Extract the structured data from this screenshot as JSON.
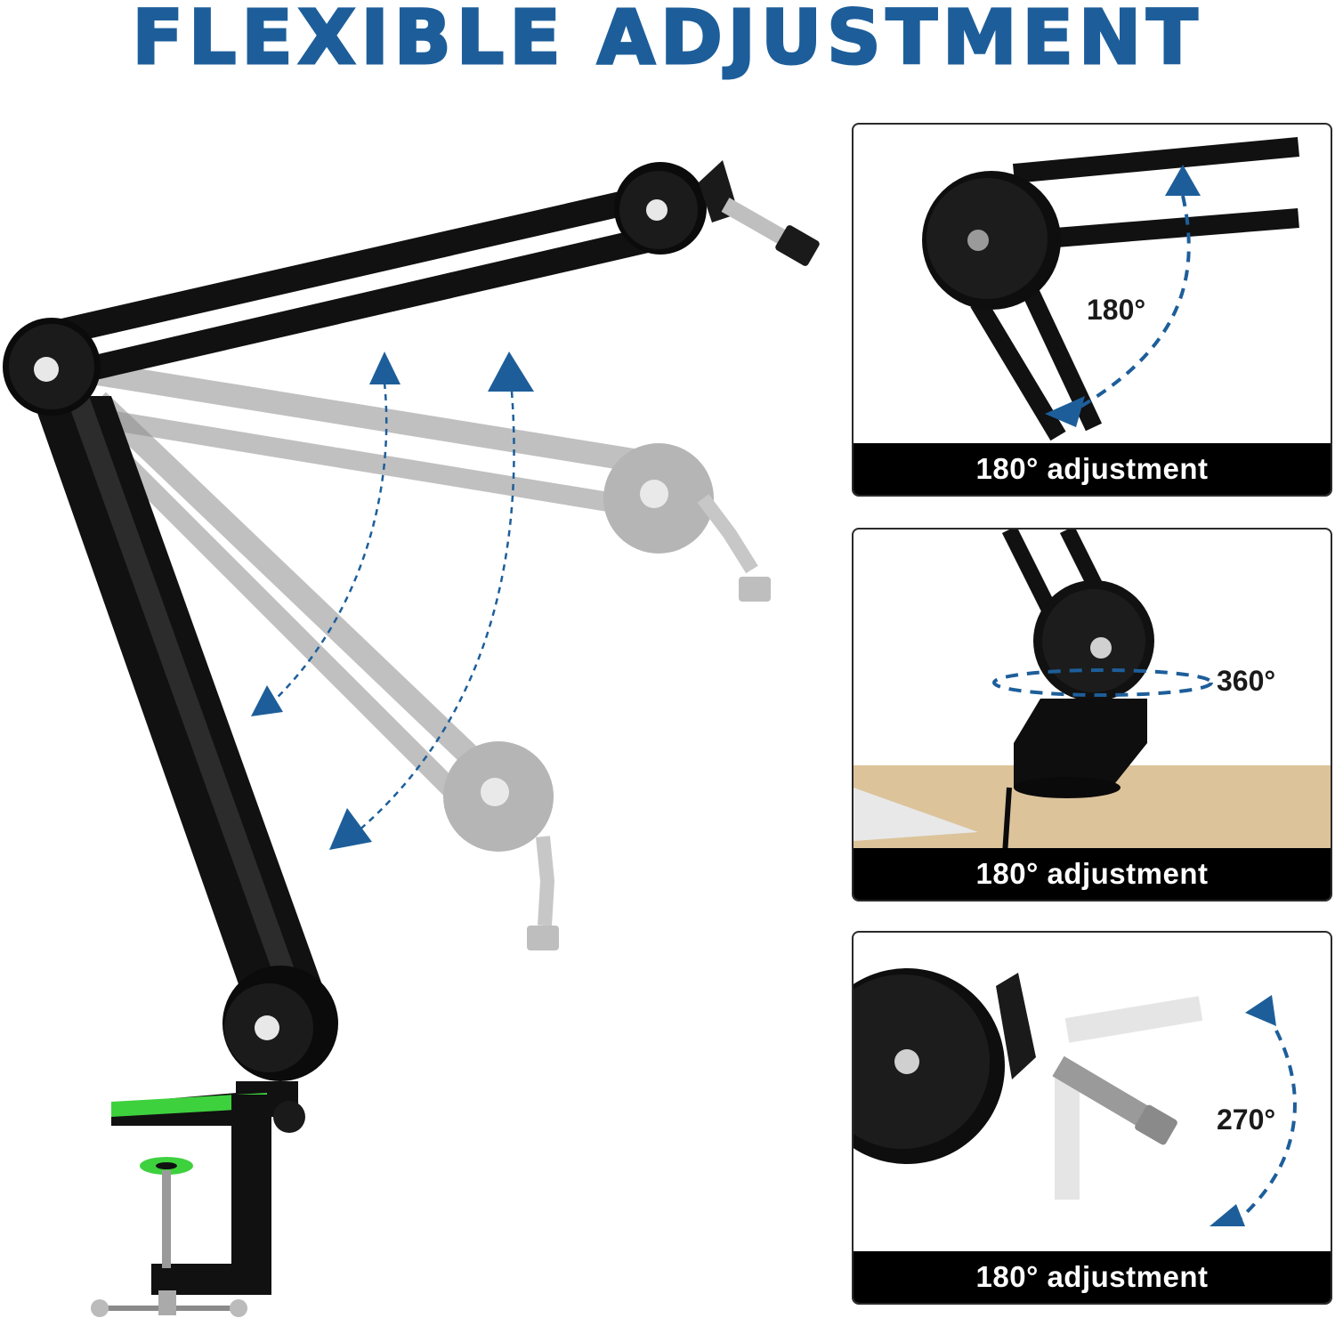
{
  "headline": "FLEXIBLE ADJUSTMENT",
  "colors": {
    "headline": "#1d5e9a",
    "arrow": "#1d5e9a",
    "arm": "#111111",
    "ghost_arm": "#9a9a9a",
    "clamp_accent": "#3ed13e",
    "caption_bar": "#000000",
    "caption_text": "#ffffff",
    "desk": "#dcc39a"
  },
  "panels": [
    {
      "angle_label": "180°",
      "caption": "180° adjustment",
      "icon": "elbow-joint-rotation"
    },
    {
      "angle_label": "360°",
      "caption": "180° adjustment",
      "icon": "base-swivel-rotation"
    },
    {
      "angle_label": "270°",
      "caption": "180° adjustment",
      "icon": "mic-mount-rotation"
    }
  ]
}
